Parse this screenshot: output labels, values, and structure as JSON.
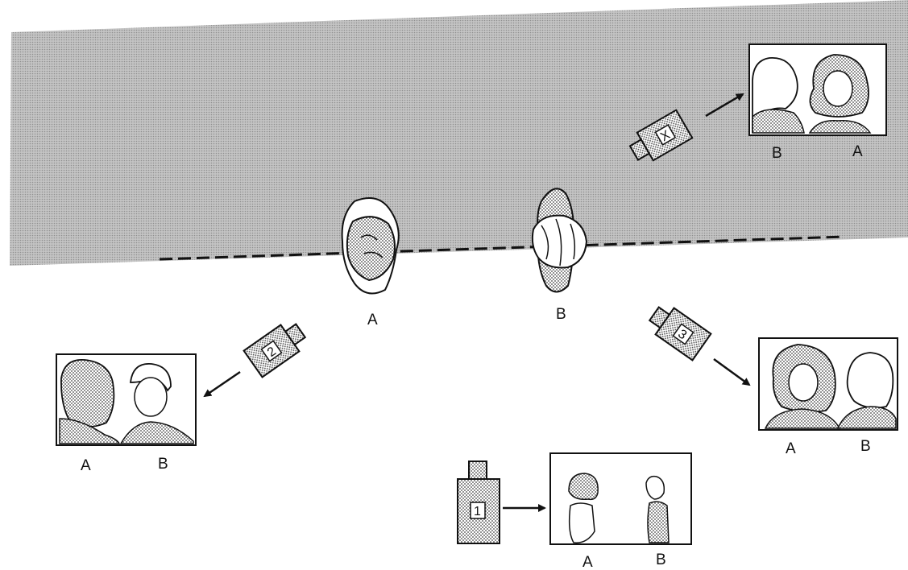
{
  "diagram": {
    "colors": {
      "forbidden_zone": "#b5b5b5",
      "ink": "#111111",
      "paper": "#ffffff"
    },
    "actors": [
      {
        "id": "A",
        "label": "A"
      },
      {
        "id": "B",
        "label": "B"
      }
    ],
    "cameras": [
      {
        "id": "cam-x",
        "label": "X"
      },
      {
        "id": "cam-2",
        "label": "2"
      },
      {
        "id": "cam-3",
        "label": "3"
      },
      {
        "id": "cam-1",
        "label": "1"
      }
    ],
    "frames": [
      {
        "id": "frame-x",
        "left_label": "B",
        "right_label": "A"
      },
      {
        "id": "frame-2",
        "left_label": "A",
        "right_label": "B"
      },
      {
        "id": "frame-3",
        "left_label": "A",
        "right_label": "B"
      },
      {
        "id": "frame-1",
        "left_label": "A",
        "right_label": "B"
      }
    ]
  }
}
